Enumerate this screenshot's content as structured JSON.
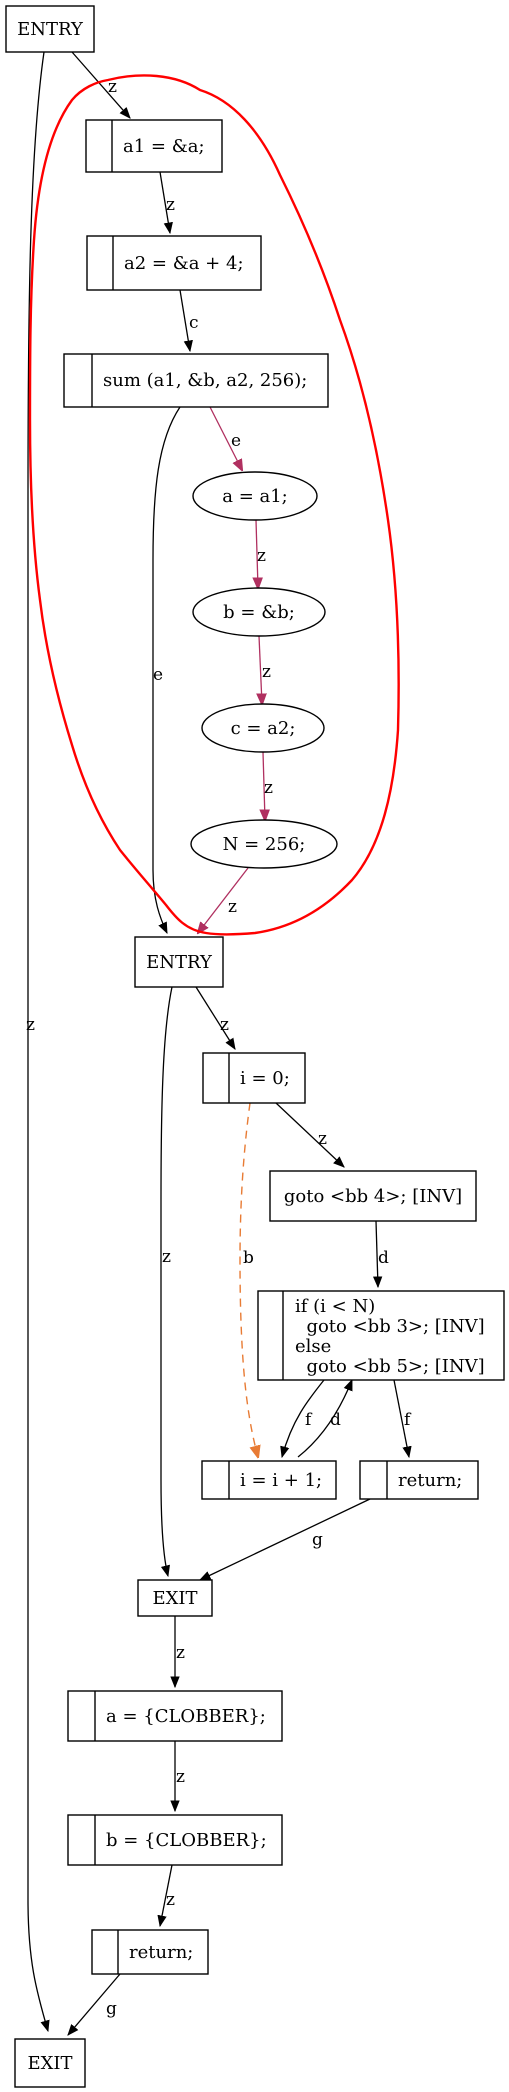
{
  "nodes": {
    "entry_top": "ENTRY",
    "a1": "a1 = &a;",
    "a2": "a2 = &a + 4;",
    "sum": "sum (a1, &b, a2, 256);",
    "ea": "a = a1;",
    "eb": "b =  &b;",
    "ec": "c =  a2;",
    "en": "N =  256;",
    "entry_mid": "ENTRY",
    "i0": "i = 0;",
    "goto": "goto <bb 4>; [INV]",
    "if_lines": [
      "if (i < N)",
      "  goto <bb 3>; [INV]",
      "else",
      "  goto <bb 5>; [INV]"
    ],
    "inc": "i = i + 1;",
    "ret_inner": "return;",
    "exit_mid": "EXIT",
    "clob_a": "a = {CLOBBER};",
    "clob_b": "b = {CLOBBER};",
    "ret_outer": "return;",
    "exit_bottom": "EXIT"
  },
  "edges": {
    "entry_a1": "z",
    "entry_exit": "z",
    "a1_a2": "z",
    "a2_sum": "c",
    "sum_ea": "e",
    "sum_entry": "e",
    "ea_eb": "z",
    "eb_ec": "z",
    "ec_en": "z",
    "en_entry": "z",
    "entry_i0": "z",
    "entry_exitmid": "z",
    "i0_goto": "z",
    "i0_inc": "b",
    "goto_if": "d",
    "if_inc": "f",
    "inc_if": "d",
    "if_ret": "f",
    "ret_exit": "g",
    "exit_cloba": "z",
    "cloba_clobb": "z",
    "clobb_ret": "z",
    "ret_exitbottom": "g"
  },
  "colors": {
    "edge": "#000000",
    "inline_edge": "#b03060",
    "back_edge": "#e87b34",
    "highlight": "#ff0000"
  }
}
